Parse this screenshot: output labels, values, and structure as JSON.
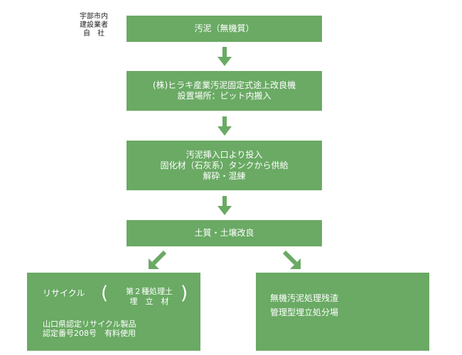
{
  "side_label": [
    "宇部市内",
    "建設業者",
    "自　社"
  ],
  "steps": [
    {
      "lines": [
        "汚泥（無機質）"
      ]
    },
    {
      "lines": [
        "(株)ヒラキ産業汚泥固定式途上改良機",
        "設置場所：ピット内搬入"
      ]
    },
    {
      "lines": [
        "汚泥挿入口より投入",
        "固化材（石灰系）タンクから供給",
        "解砕・混練"
      ]
    },
    {
      "lines": [
        "土質・土壌改良"
      ]
    }
  ],
  "recycle": {
    "title": "リサイクル",
    "paren_open": "(",
    "paren_close": ")",
    "sub": [
      "第２種処理土",
      "埋　立　材"
    ],
    "notes": [
      "山口県認定リサイクル製品",
      "認定番号208号　有料使用"
    ]
  },
  "landfill": [
    "無機汚泥処理残渣",
    "管理型埋立処分場"
  ],
  "colors": {
    "box": "#6aaa64",
    "arrow": "#6aaa64",
    "text_on_box": "#ffffff"
  }
}
